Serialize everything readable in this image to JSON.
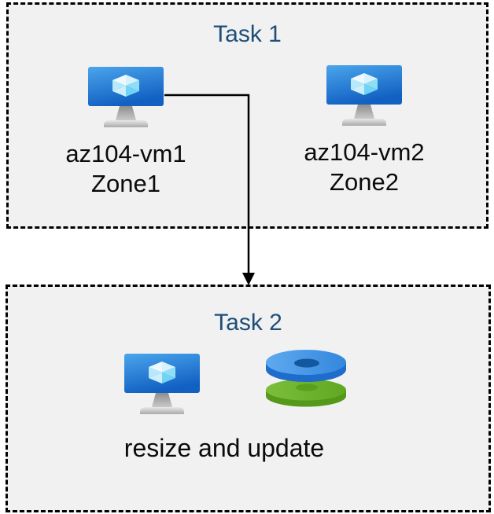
{
  "diagram": {
    "background": "#ffffff",
    "box_fill": "#f1f1f1",
    "box_border_color": "#000000",
    "title_color": "#1F4E79",
    "label_color": "#0b0b0b",
    "arrow_color": "#000000"
  },
  "task1": {
    "title": "Task 1",
    "vms": [
      {
        "name": "az104-vm1",
        "zone": "Zone1",
        "icon": "virtual-machine-icon"
      },
      {
        "name": "az104-vm2",
        "zone": "Zone2",
        "icon": "virtual-machine-icon"
      }
    ]
  },
  "task2": {
    "title": "Task 2",
    "caption": "resize and update",
    "icons": [
      "virtual-machine-icon",
      "managed-disks-icon"
    ]
  },
  "icon_colors": {
    "vm_screen_top": "#4BA5EC",
    "vm_screen_bottom": "#1160C2",
    "vm_cube_light": "#EDF9FE",
    "vm_cube_cyan": "#6FD4F5",
    "disk_blue_top": "#4A97E4",
    "disk_blue_side": "#1E6CCC",
    "disk_blue_hole": "#11589E",
    "disk_green_top": "#6FB32B",
    "disk_green_side": "#55991A",
    "disk_green_hole": "#5A9F1D"
  }
}
